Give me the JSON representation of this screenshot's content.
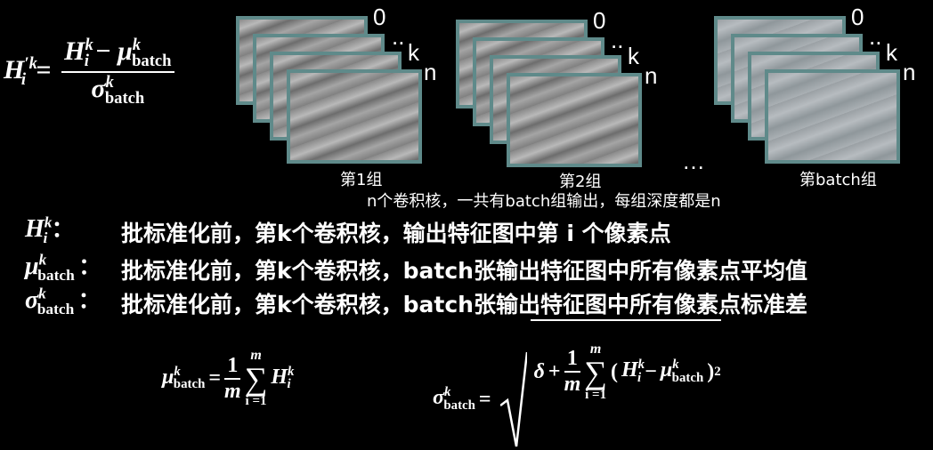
{
  "stacks": {
    "label_0": "0",
    "label_dots": "..",
    "label_k": "k",
    "label_n": "n",
    "ellipsis": "…",
    "groups": [
      "第1组",
      "第2组",
      "第batch组"
    ],
    "caption": "n个卷积核，一共有batch组输出，每组深度都是n"
  },
  "definitions": [
    {
      "symbol": "H",
      "sup": "k",
      "sub": "i",
      "colon": "：",
      "text": "批标准化前，第k个卷积核，输出特征图中第 i 个像素点"
    },
    {
      "symbol": "μ",
      "sup": "k",
      "sub": "batch",
      "colon": "：",
      "text": "批标准化前，第k个卷积核，batch张输出特征图中所有像素点平均值"
    },
    {
      "symbol": "σ",
      "sup": "k",
      "sub": "batch",
      "colon": "：",
      "text": "批标准化前，第k个卷积核，batch张输出特征图中所有像素点标准差"
    }
  ],
  "formula_top": {
    "lhs": "H",
    "lhs_sup": "′k",
    "lhs_sub": "i",
    "eq": "=",
    "num_a": "H",
    "num_a_sup": "k",
    "num_a_sub": "i",
    "minus": "−",
    "num_b": "μ",
    "num_b_sup": "k",
    "num_b_sub": "batch",
    "den": "σ",
    "den_sup": "k",
    "den_sub": "batch"
  },
  "formula_mean": {
    "lhs": "μ",
    "lhs_sup": "k",
    "lhs_sub": "batch",
    "eq": "=",
    "one": "1",
    "m": "m",
    "sum": "∑",
    "sum_top": "m",
    "sum_bottom": "i =1",
    "term": "H",
    "term_sup": "k",
    "term_sub": "i"
  },
  "formula_std": {
    "lhs": "σ",
    "lhs_sup": "k",
    "lhs_sub": "batch",
    "eq": "=",
    "delta": "δ",
    "plus": "+",
    "one": "1",
    "m": "m",
    "sum": "∑",
    "sum_top": "m",
    "sum_bottom": "i =1",
    "open": "(",
    "h": "H",
    "h_sup": "k",
    "h_sub": "i",
    "minus": "−",
    "mu": "μ",
    "mu_sup": "k",
    "mu_sub": "batch",
    "close": ")",
    "pow": "2"
  }
}
